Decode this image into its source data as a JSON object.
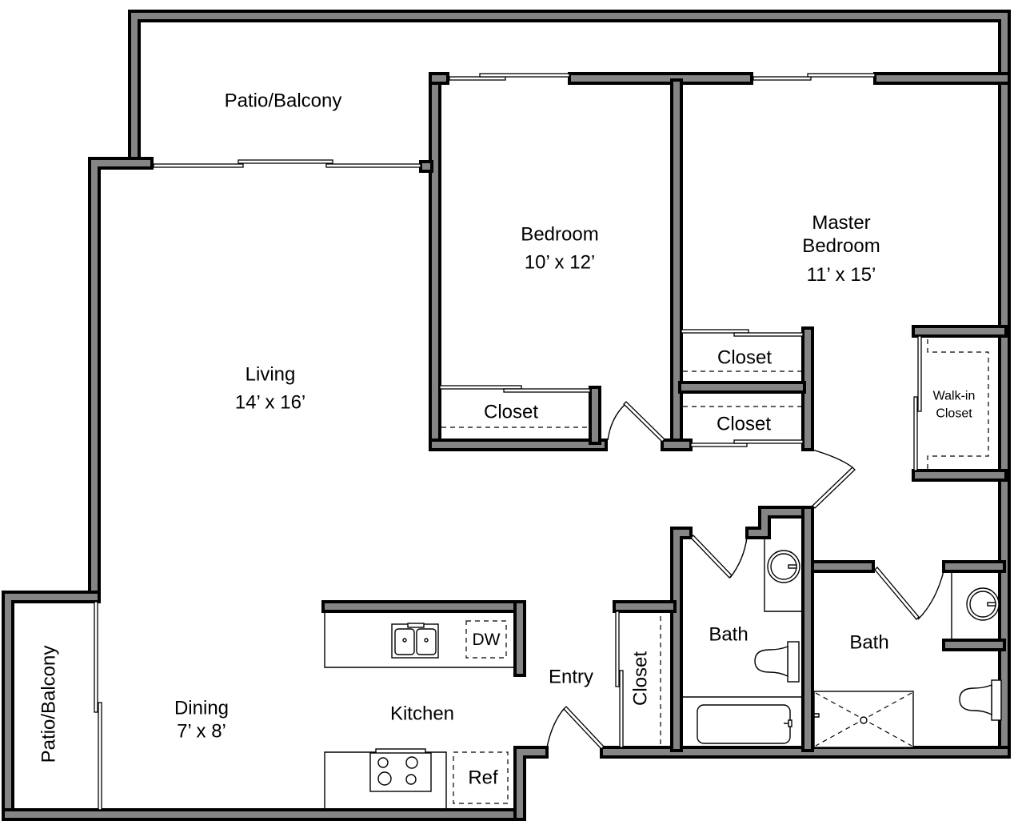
{
  "floor_plan": {
    "type": "apartment floor plan",
    "colors": {
      "wall_fill": "#858585",
      "wall_outline": "#000000",
      "background": "#ffffff"
    },
    "rooms": {
      "patio_top": {
        "name": "Patio/Balcony"
      },
      "patio_left": {
        "name": "Patio/Balcony"
      },
      "bedroom": {
        "name": "Bedroom",
        "size": "10’ x 12’"
      },
      "master_bedroom": {
        "name_line1": "Master",
        "name_line2": "Bedroom",
        "size": "11’ x 15’"
      },
      "living": {
        "name": "Living",
        "size": "14’ x 16’"
      },
      "dining": {
        "name": "Dining",
        "size": "7’ x 8’"
      },
      "kitchen": {
        "name": "Kitchen"
      },
      "entry": {
        "name": "Entry"
      },
      "bath_hall": {
        "name": "Bath"
      },
      "bath_master": {
        "name": "Bath"
      },
      "closet_bedroom": {
        "name": "Closet"
      },
      "closet_master_upper": {
        "name": "Closet"
      },
      "closet_master_lower": {
        "name": "Closet"
      },
      "closet_entry": {
        "name": "Closet"
      },
      "walk_in_closet": {
        "name_line1": "Walk-in",
        "name_line2": "Closet"
      }
    },
    "appliances": {
      "dishwasher": {
        "label": "DW"
      },
      "refrigerator": {
        "label": "Ref"
      },
      "sink": {
        "icon": "double-sink-icon"
      },
      "range": {
        "icon": "stove-icon"
      }
    }
  }
}
